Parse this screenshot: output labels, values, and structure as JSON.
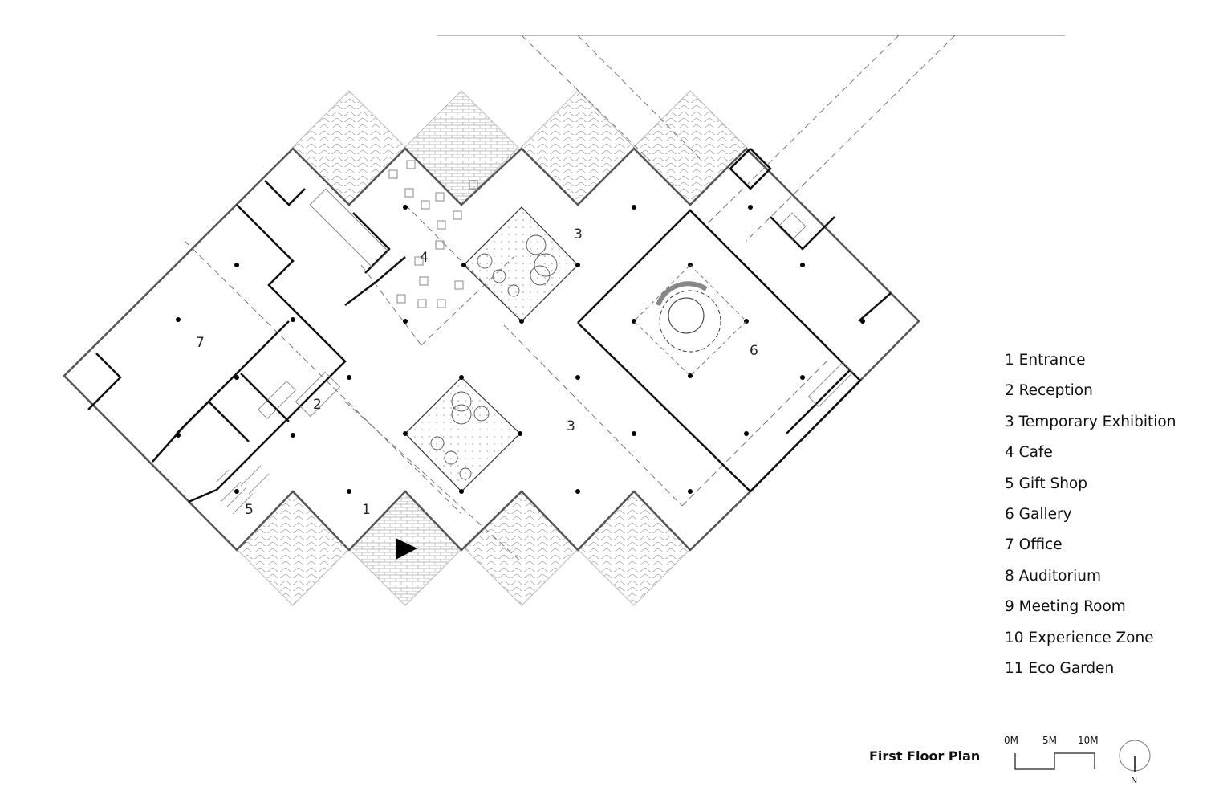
{
  "plan": {
    "title": "First Floor Plan",
    "room_labels": {
      "entrance": "1",
      "reception": "2",
      "exhibition_north": "3",
      "exhibition_south": "3",
      "cafe": "4",
      "gift_shop": "5",
      "gallery": "6",
      "office": "7"
    }
  },
  "legend": [
    "1 Entrance",
    "2 Reception",
    "3 Temporary Exhibition",
    "4 Cafe",
    "5 Gift Shop",
    "6 Gallery",
    "7 Office",
    "8 Auditorium",
    "9 Meeting Room",
    "10 Experience Zone",
    "11 Eco Garden"
  ],
  "scale": {
    "labels": [
      "0M",
      "5M",
      "10M"
    ]
  },
  "north": {
    "label": "N"
  },
  "colors": {
    "wall": "#111111",
    "hatch": "#9a9a9a",
    "outline": "#555555"
  }
}
